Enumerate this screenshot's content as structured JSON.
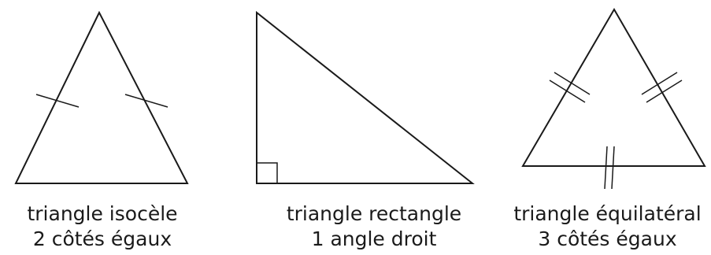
{
  "figures": [
    {
      "id": "isocele",
      "name": "triangle isocèle",
      "property": "2 côtés égaux"
    },
    {
      "id": "rectangle",
      "name": "triangle rectangle",
      "property": "1 angle droit"
    },
    {
      "id": "equilateral",
      "name": "triangle équilatéral",
      "property": "3 côtés égaux"
    }
  ]
}
